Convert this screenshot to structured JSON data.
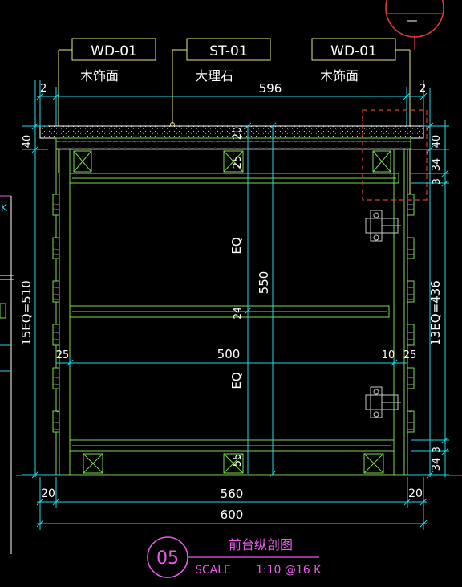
{
  "tags": [
    {
      "code": "WD-01",
      "material": "木饰面"
    },
    {
      "code": "ST-01",
      "material": "大理石"
    },
    {
      "code": "WD-01",
      "material": "木饰面"
    }
  ],
  "dimensions": {
    "top_left": "2",
    "top_right": "2",
    "top_total": "596",
    "left_40": "40",
    "right_40": "40",
    "right_34_top": "34",
    "right_3_top": "3",
    "inner_20": "20",
    "inner_25_top": "25",
    "inner_24": "24",
    "inner_55_bottom": "55",
    "eq_upper": "EQ",
    "eq_lower": "EQ",
    "height_550": "550",
    "left_total": "15EQ=510",
    "right_total": "13EQ=436",
    "width_500": "500",
    "left_25": "25",
    "right_10": "10",
    "right_25": "25",
    "right_3_bottom": "3",
    "right_34_bottom": "34",
    "bottom_left_20": "20",
    "bottom_560": "560",
    "bottom_right_20": "20",
    "bottom_600": "600",
    "left_edge_k": "K"
  },
  "title_block": {
    "number": "05",
    "title": "前台纵剖图",
    "scale_label": "SCALE",
    "scale_value": "1:10 @16 K"
  },
  "colors": {
    "background": "#000000",
    "frame": "#ffffff",
    "panel": "#7fd855",
    "dimension": "#22d7e8",
    "leader": "#e8e878",
    "section_mark": "#d63c3c",
    "hatch": "#c9c9c9",
    "title": "#e85ae8"
  }
}
